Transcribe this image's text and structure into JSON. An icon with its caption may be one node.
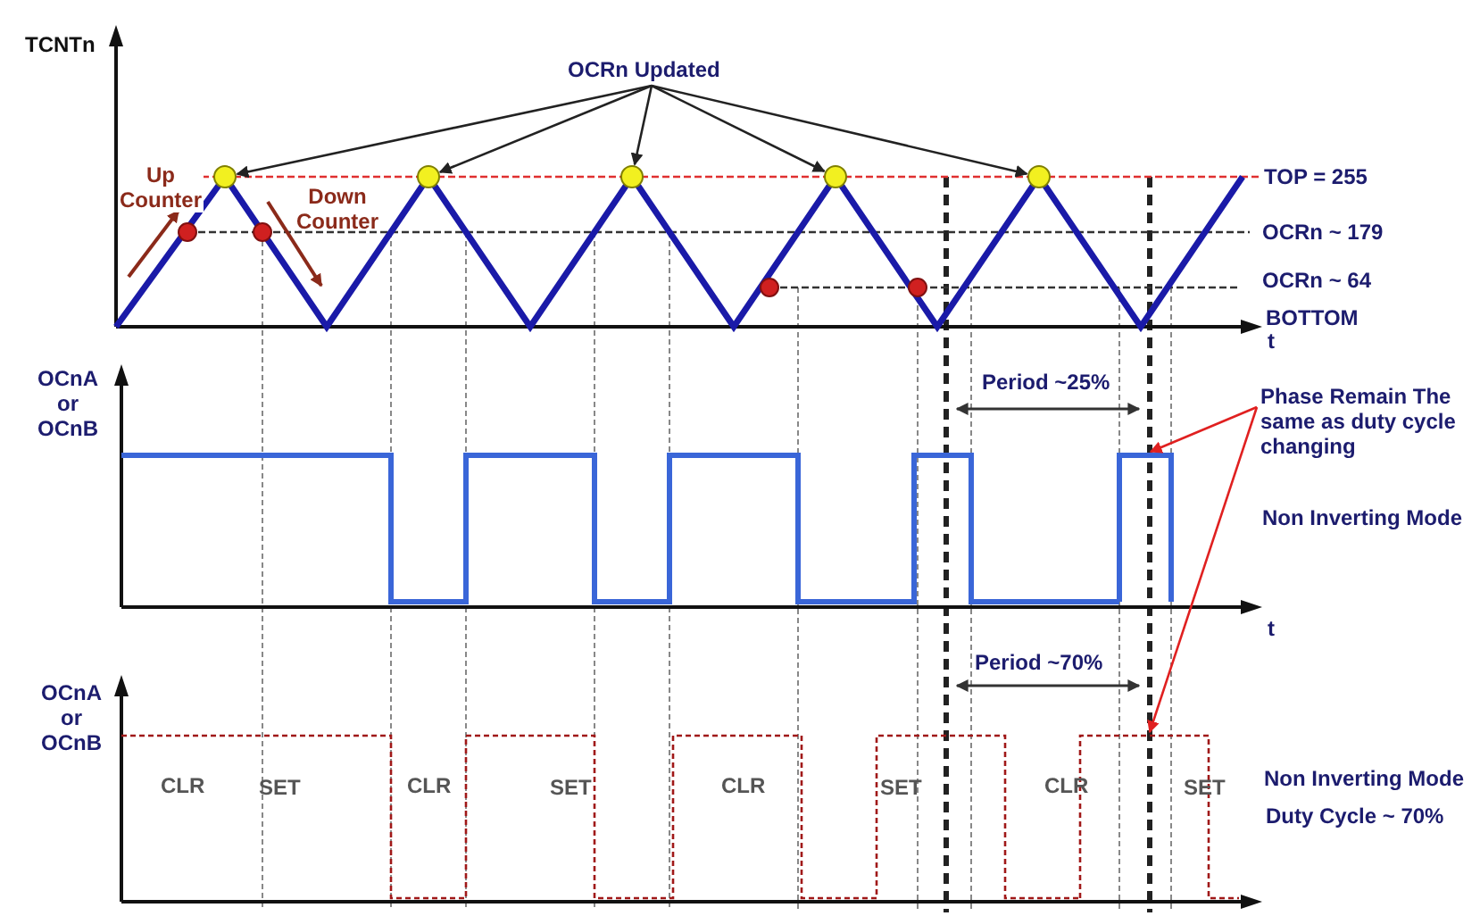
{
  "diagram": {
    "nodes": [
      {
        "text": [
          "OCRn Updated"
        ]
      },
      {
        "text": [],
        "shape": "circle"
      },
      {
        "text": [],
        "shape": "circle"
      },
      {
        "text": [],
        "shape": "circle"
      },
      {
        "text": [],
        "shape": "circle"
      },
      {
        "text": [],
        "shape": "circle"
      },
      {
        "text": [
          "Phase Remain The same as duty cycle changing"
        ]
      },
      {
        "text": [],
        "shape": "pulse"
      },
      {
        "text": [],
        "shape": "pulse"
      }
    ],
    "edges": [
      {
        "from": 0,
        "to": 1,
        "arrow": "to"
      },
      {
        "from": 0,
        "to": 2,
        "arrow": "to"
      },
      {
        "from": 0,
        "to": 3,
        "arrow": "to"
      },
      {
        "from": 0,
        "to": 4,
        "arrow": "to"
      },
      {
        "from": 0,
        "to": 5,
        "arrow": "to"
      },
      {
        "from": 6,
        "to": 7,
        "arrow": "to",
        "color": "#e02020"
      },
      {
        "from": 6,
        "to": 8,
        "arrow": "to",
        "color": "#e02020"
      }
    ],
    "labels": [
      "TCNTn",
      "Up Counter",
      "Down Counter",
      "TOP = 255",
      "OCRn ~ 179",
      "OCRn ~ 64",
      "BOTTOM",
      "t",
      "OCnA or OCnB",
      "Period ~25%",
      "Non Inverting Mode",
      "t",
      "OCnA or OCnB",
      "Period ~70%",
      "CLR",
      "SET",
      "CLR",
      "SET",
      "CLR",
      "SET",
      "CLR",
      "SET",
      "Non Inverting Mode",
      "Duty Cycle ~ 70%"
    ]
  }
}
